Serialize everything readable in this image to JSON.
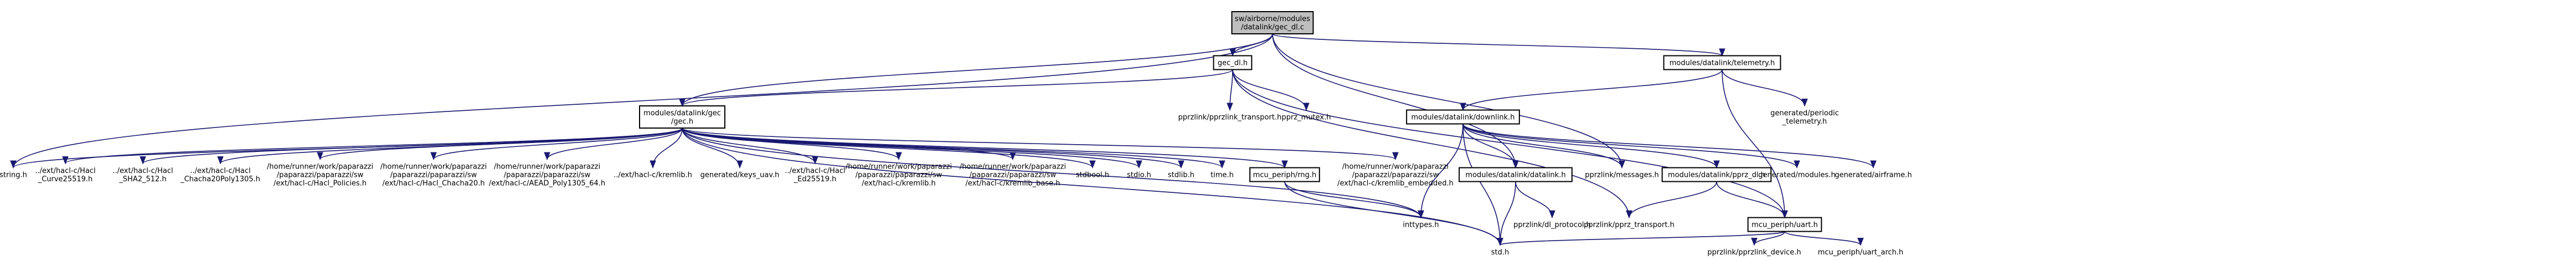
{
  "colors": {
    "root_fill": "#bfbfbf",
    "box_fill": "#ffffff",
    "plain_text": "#7f7f7f",
    "edge": "#191970"
  },
  "nodes": [
    {
      "id": "root",
      "lines": [
        "sw/airborne/modules",
        "/datalink/gec_dl.c"
      ],
      "style": "root"
    },
    {
      "id": "gec_dl_h",
      "lines": [
        "gec_dl.h"
      ],
      "style": "box"
    },
    {
      "id": "telemetry_h",
      "lines": [
        "modules/datalink/telemetry.h"
      ],
      "style": "box"
    },
    {
      "id": "gec_h",
      "lines": [
        "modules/datalink/gec",
        "/gec.h"
      ],
      "style": "box"
    },
    {
      "id": "pprzlink_transport_h",
      "lines": [
        "pprzlink/pprzlink_transport.h"
      ],
      "style": "plain"
    },
    {
      "id": "pprz_mutex_h",
      "lines": [
        "pprz_mutex.h"
      ],
      "style": "plain"
    },
    {
      "id": "downlink_h",
      "lines": [
        "modules/datalink/downlink.h"
      ],
      "style": "box"
    },
    {
      "id": "periodic_telemetry_h",
      "lines": [
        "generated/periodic",
        "_telemetry.h"
      ],
      "style": "plain"
    },
    {
      "id": "string_h",
      "lines": [
        "string.h"
      ],
      "style": "plain"
    },
    {
      "id": "curve25519_h",
      "lines": [
        "../ext/hacl-c/Hacl",
        "_Curve25519.h"
      ],
      "style": "plain"
    },
    {
      "id": "sha2_h",
      "lines": [
        "../ext/hacl-c/Hacl",
        "_SHA2_512.h"
      ],
      "style": "plain"
    },
    {
      "id": "chacha_poly_h",
      "lines": [
        "../ext/hacl-c/Hacl",
        "_Chacha20Poly1305.h"
      ],
      "style": "plain"
    },
    {
      "id": "policies_h",
      "lines": [
        "/home/runner/work/paparazzi",
        "/paparazzi/paparazzi/sw",
        "/ext/hacl-c/Hacl_Policies.h"
      ],
      "style": "plain"
    },
    {
      "id": "chacha20_h",
      "lines": [
        "/home/runner/work/paparazzi",
        "/paparazzi/paparazzi/sw",
        "/ext/hacl-c/Hacl_Chacha20.h"
      ],
      "style": "plain"
    },
    {
      "id": "aead_h",
      "lines": [
        "/home/runner/work/paparazzi",
        "/paparazzi/paparazzi/sw",
        "/ext/hacl-c/AEAD_Poly1305_64.h"
      ],
      "style": "plain"
    },
    {
      "id": "kremlib_rel_h",
      "lines": [
        "../ext/hacl-c/kremlib.h"
      ],
      "style": "plain"
    },
    {
      "id": "keys_uav_h",
      "lines": [
        "generated/keys_uav.h"
      ],
      "style": "plain"
    },
    {
      "id": "ed25519_h",
      "lines": [
        "../ext/hacl-c/Hacl",
        "_Ed25519.h"
      ],
      "style": "plain"
    },
    {
      "id": "kremlib_abs_h",
      "lines": [
        "/home/runner/work/paparazzi",
        "/paparazzi/paparazzi/sw",
        "/ext/hacl-c/kremlib.h"
      ],
      "style": "plain"
    },
    {
      "id": "kremlib_base_h",
      "lines": [
        "/home/runner/work/paparazzi",
        "/paparazzi/paparazzi/sw",
        "/ext/hacl-c/kremlib_base.h"
      ],
      "style": "plain"
    },
    {
      "id": "stdbool_h",
      "lines": [
        "stdbool.h"
      ],
      "style": "plain"
    },
    {
      "id": "stdio_h",
      "lines": [
        "stdio.h"
      ],
      "style": "plain"
    },
    {
      "id": "stdlib_h",
      "lines": [
        "stdlib.h"
      ],
      "style": "plain"
    },
    {
      "id": "time_h",
      "lines": [
        "time.h"
      ],
      "style": "plain"
    },
    {
      "id": "mcu_periph_rng_h",
      "lines": [
        "mcu_periph/rng.h"
      ],
      "style": "box"
    },
    {
      "id": "kremlib_embedded_h",
      "lines": [
        "/home/runner/work/paparazzi",
        "/paparazzi/paparazzi/sw",
        "/ext/hacl-c/kremlib_embedded.h"
      ],
      "style": "plain"
    },
    {
      "id": "datalink_h",
      "lines": [
        "modules/datalink/datalink.h"
      ],
      "style": "box"
    },
    {
      "id": "messages_h",
      "lines": [
        "pprzlink/messages.h"
      ],
      "style": "plain"
    },
    {
      "id": "pprz_dl_h",
      "lines": [
        "modules/datalink/pprz_dl.h"
      ],
      "style": "box"
    },
    {
      "id": "gen_modules_h",
      "lines": [
        "generated/modules.h"
      ],
      "style": "plain"
    },
    {
      "id": "gen_airframe_h",
      "lines": [
        "generated/airframe.h"
      ],
      "style": "plain"
    },
    {
      "id": "inttypes_h",
      "lines": [
        "inttypes.h"
      ],
      "style": "plain"
    },
    {
      "id": "dl_protocol_h",
      "lines": [
        "pprzlink/dl_protocol.h"
      ],
      "style": "plain"
    },
    {
      "id": "pprz_transport_h",
      "lines": [
        "pprzlink/pprz_transport.h"
      ],
      "style": "plain"
    },
    {
      "id": "mcu_periph_uart_h",
      "lines": [
        "mcu_periph/uart.h"
      ],
      "style": "box"
    },
    {
      "id": "std_h",
      "lines": [
        "std.h"
      ],
      "style": "plain"
    },
    {
      "id": "pprzlink_device_h",
      "lines": [
        "pprzlink/pprzlink_device.h"
      ],
      "style": "plain"
    },
    {
      "id": "uart_arch_h",
      "lines": [
        "mcu_periph/uart_arch.h"
      ],
      "style": "plain"
    }
  ],
  "edges": [
    [
      "root",
      "gec_dl_h"
    ],
    [
      "root",
      "telemetry_h"
    ],
    [
      "root",
      "gec_h"
    ],
    [
      "root",
      "string_h"
    ],
    [
      "root",
      "datalink_h"
    ],
    [
      "root",
      "messages_h"
    ],
    [
      "gec_dl_h",
      "gec_h"
    ],
    [
      "gec_dl_h",
      "pprzlink_transport_h"
    ],
    [
      "gec_dl_h",
      "pprz_mutex_h"
    ],
    [
      "gec_dl_h",
      "pprz_transport_h"
    ],
    [
      "gec_dl_h",
      "mcu_periph_uart_h"
    ],
    [
      "telemetry_h",
      "downlink_h"
    ],
    [
      "telemetry_h",
      "periodic_telemetry_h"
    ],
    [
      "telemetry_h",
      "mcu_periph_uart_h"
    ],
    [
      "gec_h",
      "string_h"
    ],
    [
      "gec_h",
      "curve25519_h"
    ],
    [
      "gec_h",
      "sha2_h"
    ],
    [
      "gec_h",
      "chacha_poly_h"
    ],
    [
      "gec_h",
      "policies_h"
    ],
    [
      "gec_h",
      "chacha20_h"
    ],
    [
      "gec_h",
      "aead_h"
    ],
    [
      "gec_h",
      "kremlib_rel_h"
    ],
    [
      "gec_h",
      "keys_uav_h"
    ],
    [
      "gec_h",
      "ed25519_h"
    ],
    [
      "gec_h",
      "kremlib_abs_h"
    ],
    [
      "gec_h",
      "kremlib_base_h"
    ],
    [
      "gec_h",
      "stdbool_h"
    ],
    [
      "gec_h",
      "stdio_h"
    ],
    [
      "gec_h",
      "stdlib_h"
    ],
    [
      "gec_h",
      "time_h"
    ],
    [
      "gec_h",
      "mcu_periph_rng_h"
    ],
    [
      "gec_h",
      "kremlib_embedded_h"
    ],
    [
      "gec_h",
      "inttypes_h"
    ],
    [
      "gec_h",
      "std_h"
    ],
    [
      "downlink_h",
      "datalink_h"
    ],
    [
      "downlink_h",
      "messages_h"
    ],
    [
      "downlink_h",
      "pprz_dl_h"
    ],
    [
      "downlink_h",
      "gen_modules_h"
    ],
    [
      "downlink_h",
      "gen_airframe_h"
    ],
    [
      "downlink_h",
      "inttypes_h"
    ],
    [
      "downlink_h",
      "std_h"
    ],
    [
      "mcu_periph_rng_h",
      "inttypes_h"
    ],
    [
      "mcu_periph_rng_h",
      "std_h"
    ],
    [
      "datalink_h",
      "dl_protocol_h"
    ],
    [
      "datalink_h",
      "std_h"
    ],
    [
      "pprz_dl_h",
      "pprz_transport_h"
    ],
    [
      "pprz_dl_h",
      "mcu_periph_uart_h"
    ],
    [
      "mcu_periph_uart_h",
      "std_h"
    ],
    [
      "mcu_periph_uart_h",
      "pprzlink_device_h"
    ],
    [
      "mcu_periph_uart_h",
      "uart_arch_h"
    ]
  ]
}
